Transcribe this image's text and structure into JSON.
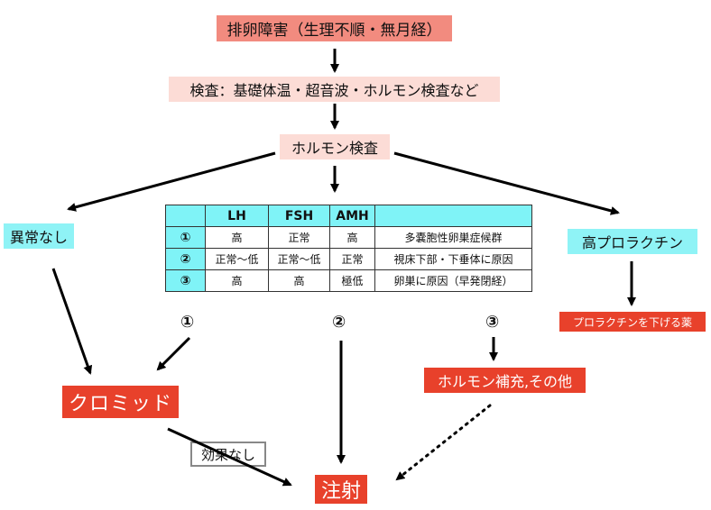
{
  "boxes": {
    "top": "排卵障害（生理不順・無月経）",
    "exam": "検査：基礎体温・超音波・ホルモン検査など",
    "hormone": "ホルモン検査",
    "normal": "異常なし",
    "prolactin": "高プロラクチン",
    "prolactin_drug": "プロラクチンを下げる薬",
    "clomid": "クロミッド",
    "no_effect": "効果なし",
    "injection": "注射",
    "hormone_supp": "ホルモン補充,その他"
  },
  "table": {
    "headers": [
      "",
      "LH",
      "FSH",
      "AMH",
      ""
    ],
    "rows": [
      [
        "①",
        "高",
        "正常",
        "高",
        "多嚢胞性卵巣症候群"
      ],
      [
        "②",
        "正常〜低",
        "正常〜低",
        "正常",
        "視床下部・下垂体に原因"
      ],
      [
        "③",
        "高",
        "高",
        "極低",
        "卵巣に原因（早発閉経）"
      ]
    ]
  },
  "markers": [
    "①",
    "②",
    "③"
  ],
  "colors": {
    "pink_dark": "#f28b7f",
    "pink_light": "#fcdcd6",
    "cyan": "#8ff3f6",
    "red": "#e8412b"
  }
}
